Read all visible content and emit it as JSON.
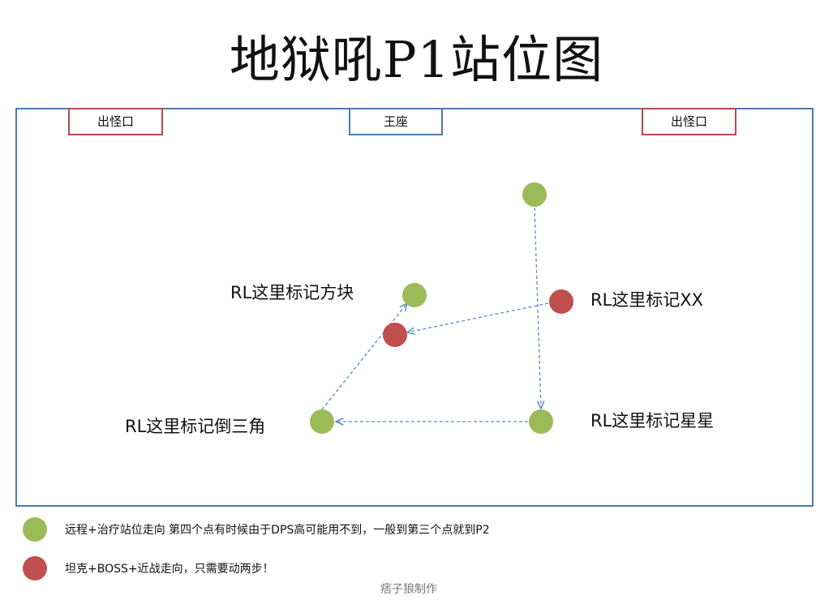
{
  "title": "地狱吼P1站位图",
  "tags": {
    "left": "出怪口",
    "center": "王座",
    "right": "出怪口"
  },
  "markers": {
    "square": "RL这里标记方块",
    "xx": "RL这里标记XX",
    "triangle": "RL这里标记倒三角",
    "star": "RL这里标记星星"
  },
  "legend": {
    "green": "远程+治疗站位走向 第四个点有时候由于DPS高可能用不到，一般到第三个点就到P2",
    "red": "坦克+BOSS+近战走向，只需要动两步！"
  },
  "footer": "痞子狼制作",
  "colors": {
    "green_dot": "#9bbb59",
    "red_dot": "#c0504d",
    "blue_border": "#4a7ba7",
    "red_border": "#b84a4a",
    "path_line": "#5b8ac0"
  }
}
